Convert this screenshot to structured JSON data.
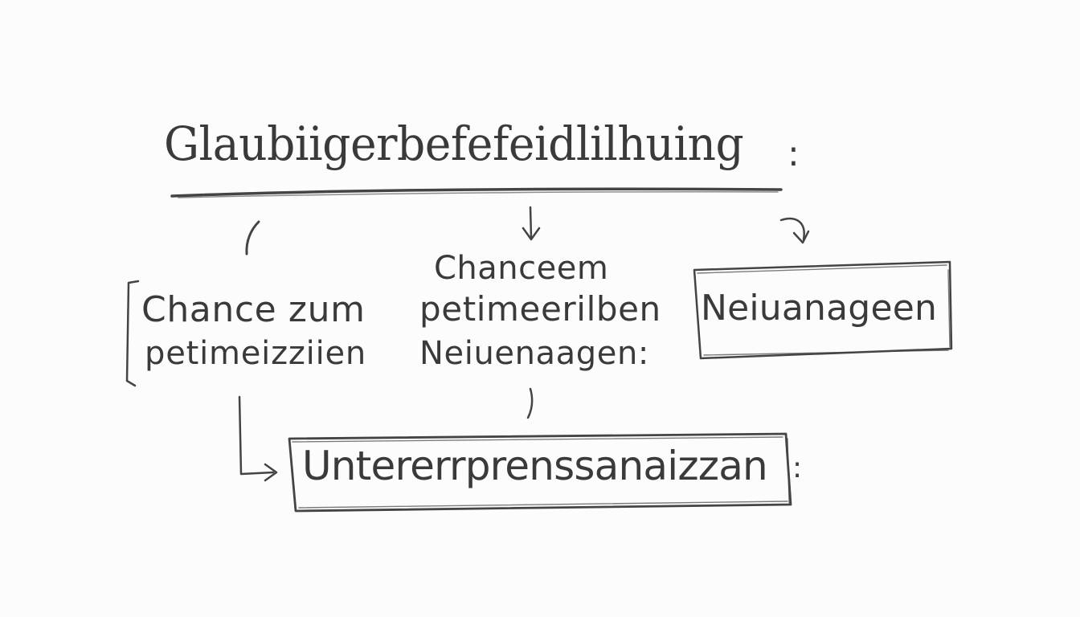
{
  "title": "Glaubiigerbefefeidlilhuing",
  "title_colon": ":",
  "left_node": {
    "line1": "Chance zum",
    "line2": "petimeizziien"
  },
  "middle_node": {
    "top": "Chanceem",
    "line1": "petimeerilben",
    "line2": "Neiuenaagen:"
  },
  "right_node": {
    "label": "Neiuanageen"
  },
  "bottom_node": {
    "label": "Untererrprenssanaizzan",
    "colon": ":"
  },
  "colors": {
    "ink": "#3a3a3a",
    "paper": "#fcfcfc"
  }
}
